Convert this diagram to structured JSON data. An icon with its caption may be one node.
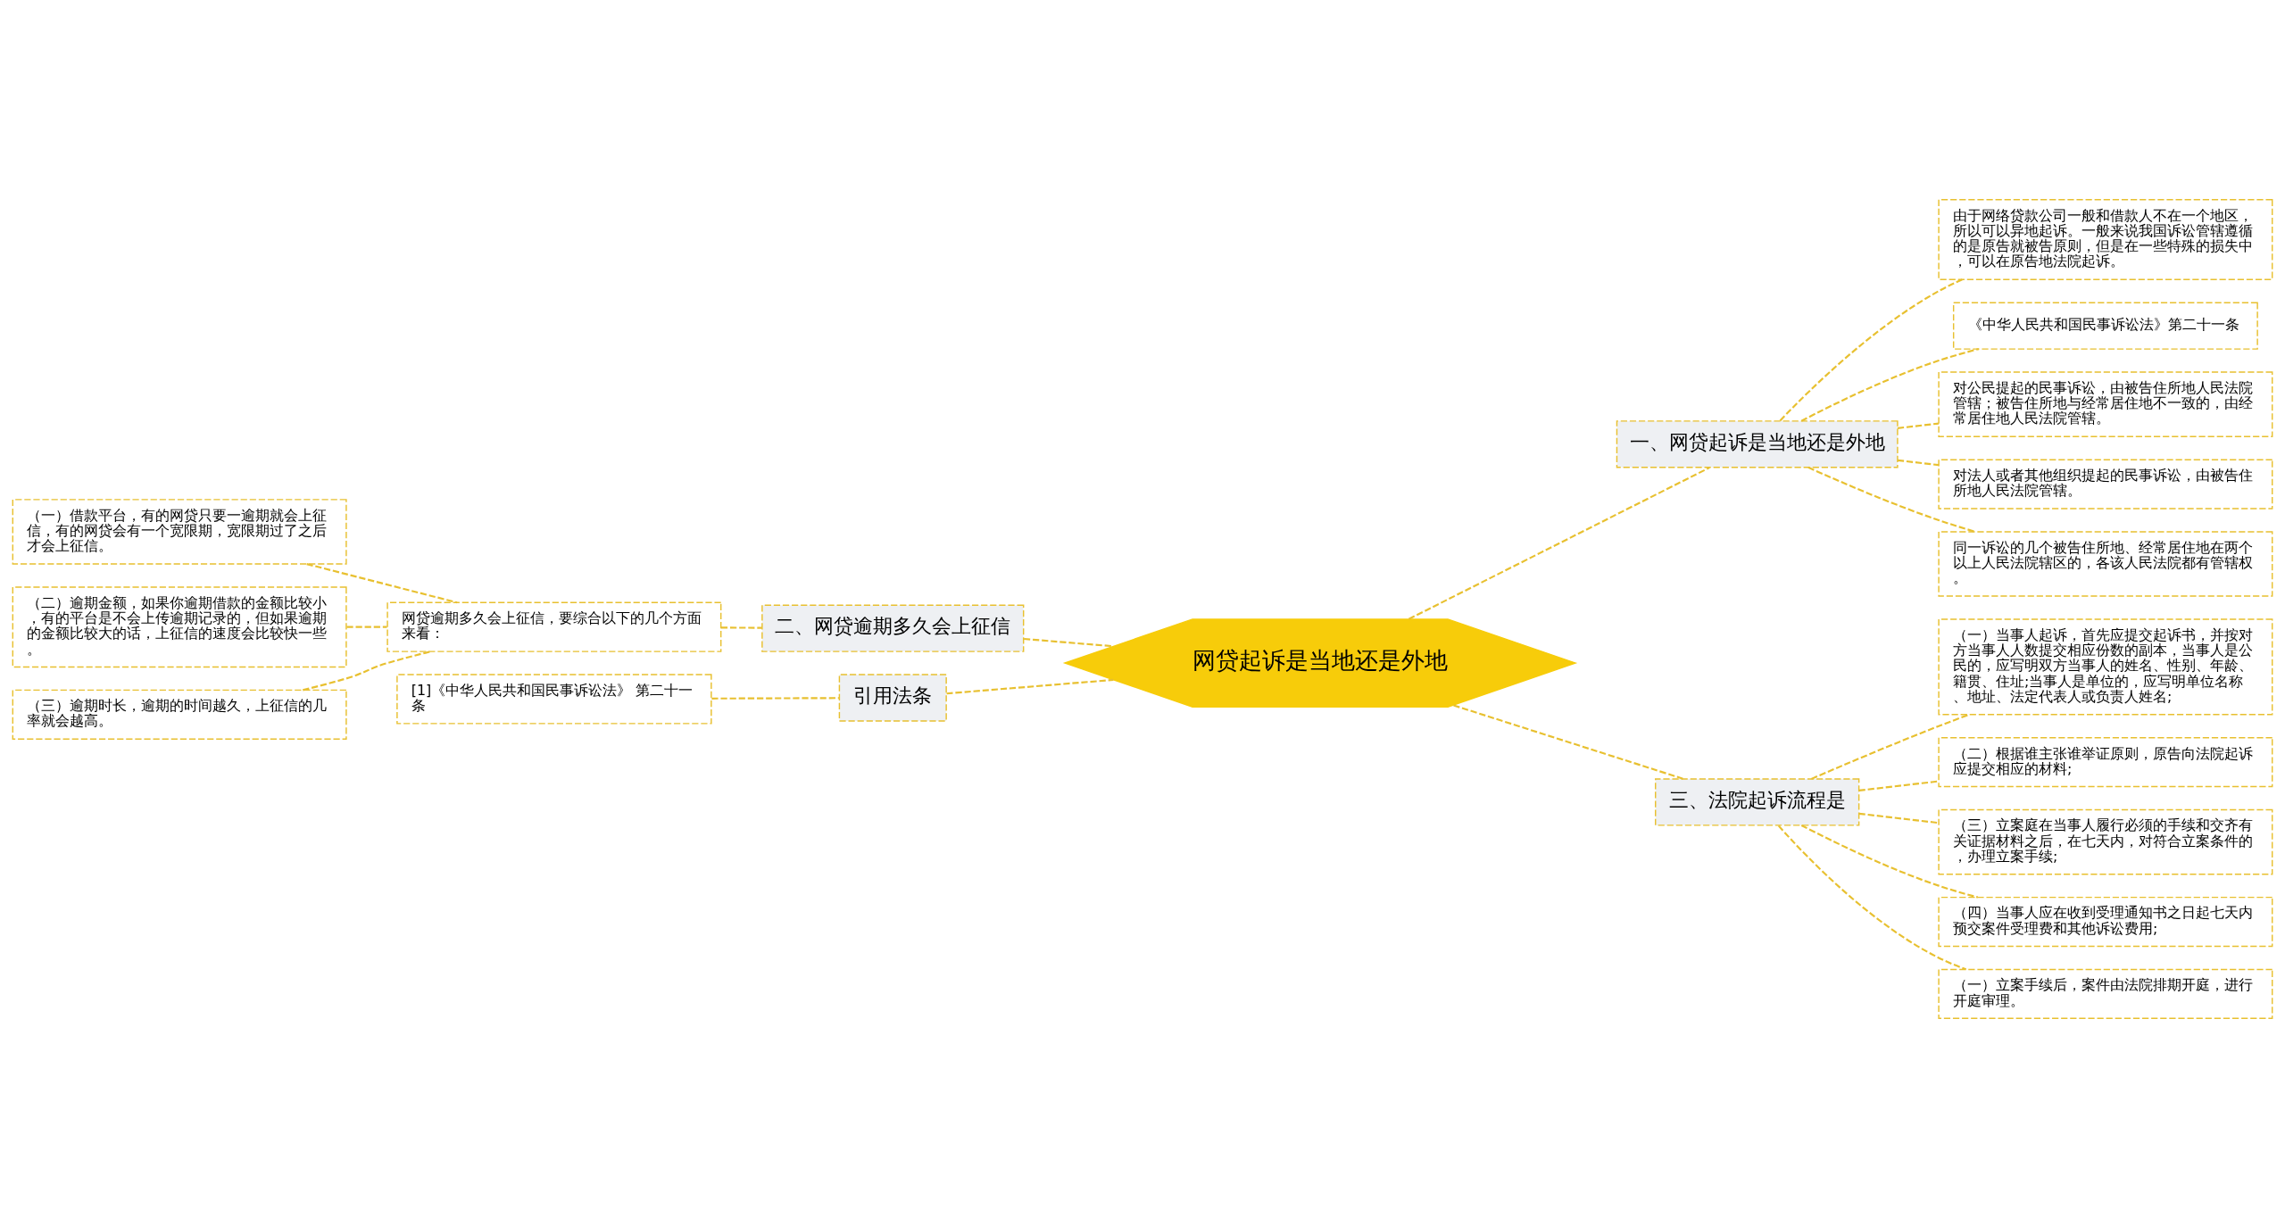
{
  "diagram": {
    "nodes": [
      {
        "text": [
          "网贷起诉是当地还是外地"
        ]
      },
      {
        "text": [
          "一、网贷起诉是当地还是外地"
        ]
      },
      {
        "text": [
          "由于网络贷款公司一般和借款人不在一个地区，所以可以异地起诉。一般来说我国诉讼管辖遵循的是原告就被告原则，但是在一些特殊的损失中，可以在原告地法院起诉。"
        ]
      },
      {
        "text": [
          "《中华人民共和国民事诉讼法》第二十一条"
        ]
      },
      {
        "text": [
          "对公民提起的民事诉讼，由被告住所地人民法院管辖；被告住所地与经常居住地不一致的，由经常居住地人民法院管辖。"
        ]
      },
      {
        "text": [
          "对法人或者其他组织提起的民事诉讼，由被告住所地人民法院管辖。"
        ]
      },
      {
        "text": [
          "同一诉讼的几个被告住所地、经常居住地在两个以上人民法院辖区的，各该人民法院都有管辖权。"
        ]
      },
      {
        "text": [
          "二、网贷逾期多久会上征信"
        ]
      },
      {
        "text": [
          "网贷逾期多久会上征信，要综合以下的几个方面来看："
        ]
      },
      {
        "text": [
          "（一）借款平台，有的网贷只要一逾期就会上征信，有的网贷会有一个宽限期，宽限期过了之后才会上征信。"
        ]
      },
      {
        "text": [
          "（二）逾期金额，如果你逾期借款的金额比较小，有的平台是不会上传逾期记录的，但如果逾期的金额比较大的话，上征信的速度会比较快一些。"
        ]
      },
      {
        "text": [
          "（三）逾期时长，逾期的时间越久，上征信的几率就会越高。"
        ]
      },
      {
        "text": [
          "引用法条"
        ]
      },
      {
        "text": [
          "[1]《中华人民共和国民事诉讼法》 第二十一条"
        ]
      },
      {
        "text": [
          "三、法院起诉流程是"
        ]
      },
      {
        "text": [
          "（一）当事人起诉，首先应提交起诉书，并按对方当事人人数提交相应份数的副本，当事人是公民的，应写明双方当事人的姓名、性别、年龄、籍贯、住址;当事人是单位的，应写明单位名称、地址、法定代表人或负责人姓名;"
        ]
      },
      {
        "text": [
          "（二）根据谁主张谁举证原则，原告向法院起诉应提交相应的材料;"
        ]
      },
      {
        "text": [
          "（三）立案庭在当事人履行必须的手续和交齐有关证据材料之后，在七天内，对符合立案条件的，办理立案手续;"
        ]
      },
      {
        "text": [
          "（四）当事人应在收到受理通知书之日起七天内预交案件受理费和其他诉讼费用;"
        ]
      },
      {
        "text": [
          "（一）立案手续后，案件由法院排期开庭，进行开庭审理。"
        ]
      }
    ],
    "edges": [
      {
        "from": 0,
        "to": 1,
        "arrow": "none",
        "style": "dashed"
      },
      {
        "from": 1,
        "to": 2,
        "arrow": "none",
        "style": "dashed"
      },
      {
        "from": 1,
        "to": 3,
        "arrow": "none",
        "style": "dashed"
      },
      {
        "from": 1,
        "to": 4,
        "arrow": "none",
        "style": "dashed"
      },
      {
        "from": 1,
        "to": 5,
        "arrow": "none",
        "style": "dashed"
      },
      {
        "from": 1,
        "to": 6,
        "arrow": "none",
        "style": "dashed"
      },
      {
        "from": 0,
        "to": 7,
        "arrow": "none",
        "style": "dashed"
      },
      {
        "from": 7,
        "to": 8,
        "arrow": "none",
        "style": "dashed"
      },
      {
        "from": 8,
        "to": 9,
        "arrow": "none",
        "style": "dashed"
      },
      {
        "from": 8,
        "to": 10,
        "arrow": "none",
        "style": "dashed"
      },
      {
        "from": 8,
        "to": 11,
        "arrow": "none",
        "style": "dashed"
      },
      {
        "from": 0,
        "to": 12,
        "arrow": "none",
        "style": "dashed"
      },
      {
        "from": 12,
        "to": 13,
        "arrow": "none",
        "style": "dashed"
      },
      {
        "from": 0,
        "to": 14,
        "arrow": "none",
        "style": "dashed"
      },
      {
        "from": 14,
        "to": 15,
        "arrow": "none",
        "style": "dashed"
      },
      {
        "from": 14,
        "to": 16,
        "arrow": "none",
        "style": "dashed"
      },
      {
        "from": 14,
        "to": 17,
        "arrow": "none",
        "style": "dashed"
      },
      {
        "from": 14,
        "to": 18,
        "arrow": "none",
        "style": "dashed"
      },
      {
        "from": 14,
        "to": 19,
        "arrow": "none",
        "style": "dashed"
      }
    ]
  }
}
